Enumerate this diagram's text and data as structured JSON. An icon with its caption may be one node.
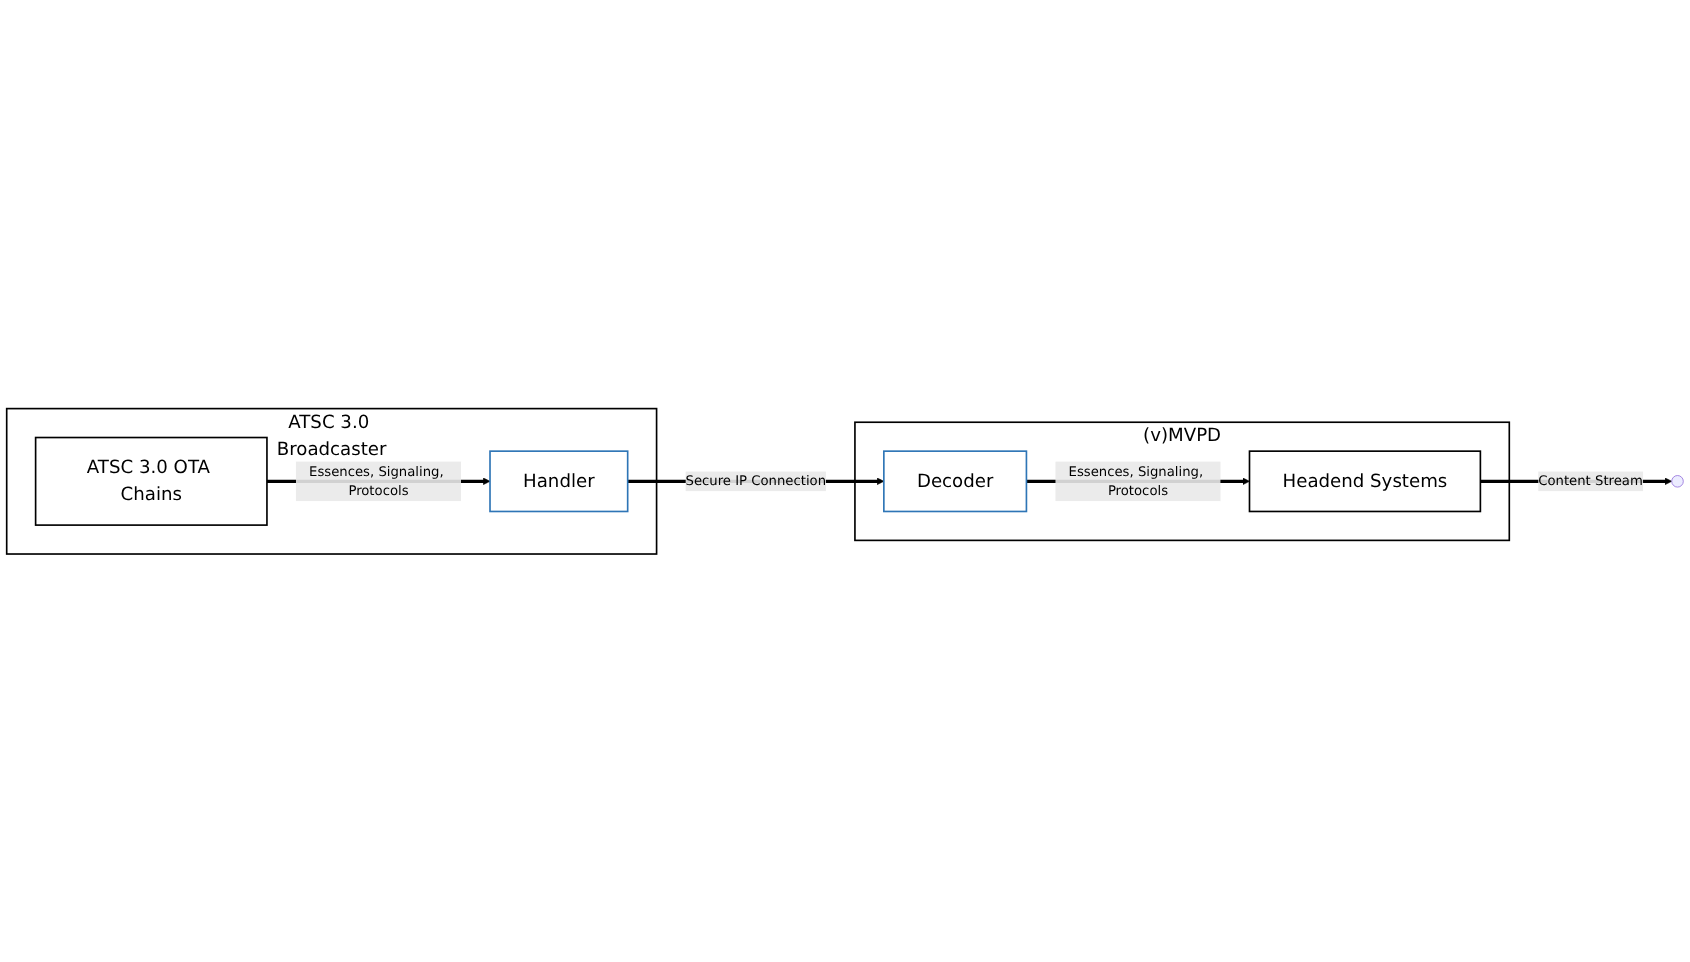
{
  "diagram": {
    "nodes": [
      {
        "text": [
          "ATSC 3.0 Broadcaster"
        ]
      },
      {
        "text": [
          "ATSC 3.0 OTA Chains"
        ],
        "in": 0
      },
      {
        "text": [
          "Handler"
        ],
        "in": 0
      },
      {
        "text": [
          "(v)MVPD"
        ]
      },
      {
        "text": [
          "Headend Systems"
        ],
        "in": 3
      },
      {
        "text": [
          "Decoder"
        ],
        "in": 3
      }
    ],
    "edges": [
      {
        "from": 1,
        "to": 2,
        "arrow": "to",
        "label": "Essences, Signaling, Protocols"
      },
      {
        "from": 2,
        "to": 5,
        "arrow": "to",
        "label": "Secure IP Connection"
      },
      {
        "from": 5,
        "to": 4,
        "arrow": "to",
        "label": "Essences, Signaling, Protocols"
      },
      {
        "from": 4,
        "to": null,
        "arrow": "to",
        "label": "Content Stream"
      }
    ]
  }
}
